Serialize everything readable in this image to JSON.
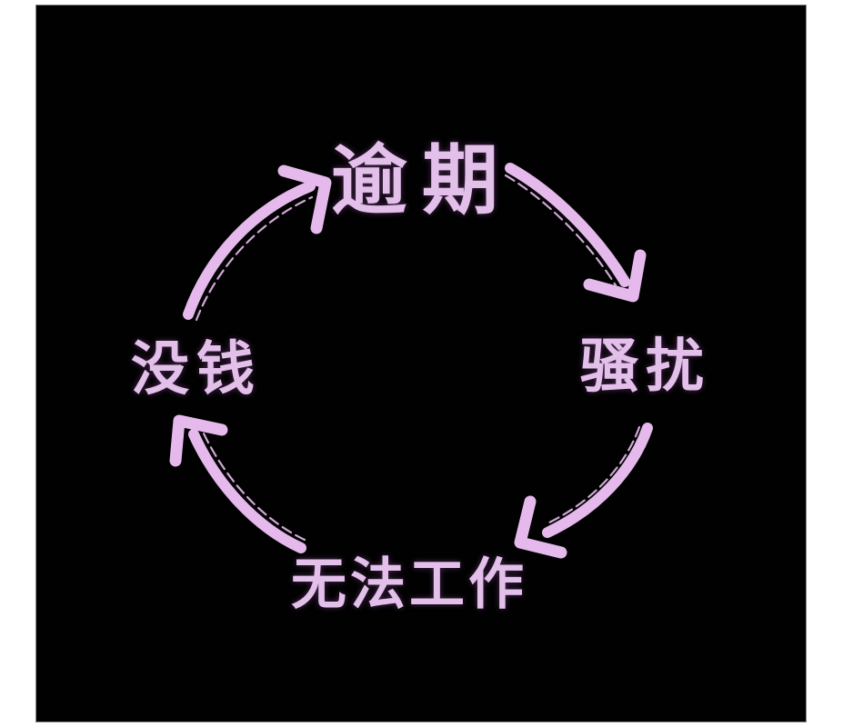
{
  "diagram": {
    "type": "cycle",
    "colors": {
      "page_background": "#ffffff",
      "panel_background": "#010101",
      "panel_border": "#868686",
      "text": "#e2c0e9",
      "arrow": "#e5b9ec"
    },
    "nodes": [
      {
        "id": "overdue",
        "label": "逾期",
        "position": "top"
      },
      {
        "id": "harassment",
        "label": "骚扰",
        "position": "right"
      },
      {
        "id": "unable-to-work",
        "label": "无法工作",
        "position": "bottom"
      },
      {
        "id": "no-money",
        "label": "没钱",
        "position": "left"
      }
    ],
    "arrows": [
      {
        "from": "没钱",
        "to": "逾期",
        "direction": "clockwise"
      },
      {
        "from": "逾期",
        "to": "骚扰",
        "direction": "clockwise"
      },
      {
        "from": "骚扰",
        "to": "无法工作",
        "direction": "clockwise"
      },
      {
        "from": "无法工作",
        "to": "没钱",
        "direction": "clockwise"
      }
    ]
  }
}
